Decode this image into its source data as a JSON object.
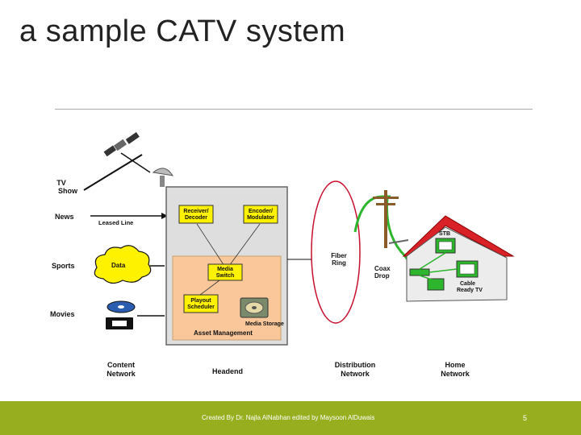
{
  "slide": {
    "title": "a sample CATV system"
  },
  "diagram": {
    "sources": {
      "tv_show": [
        "TV",
        "Show"
      ],
      "news": "News",
      "sports": "Sports",
      "movies": "Movies",
      "leased_line": "Leased Line",
      "data_cloud": "Data"
    },
    "headend": {
      "receiver": [
        "Receiver/",
        "Decoder"
      ],
      "encoder": [
        "Encoder/",
        "Modulator"
      ],
      "media_switch": [
        "Media",
        "Switch"
      ],
      "playout": [
        "Playout",
        "Scheduler"
      ],
      "media_storage": "Media Storage",
      "asset_management": "Asset Management"
    },
    "distribution": {
      "fiber_ring": [
        "Fiber",
        "Ring"
      ],
      "coax_drop": [
        "Coax",
        "Drop"
      ]
    },
    "home": {
      "stb": "STB",
      "cable_ready_tv": [
        "Cable",
        "Ready TV"
      ]
    },
    "bottom_labels": {
      "content_network": [
        "Content",
        "Network"
      ],
      "headend": "Headend",
      "distribution_network": [
        "Distribution",
        "Network"
      ],
      "home_network": [
        "Home",
        "Network"
      ]
    }
  },
  "footer": {
    "credit": "Created By Dr. Najla AlNabhan edited by Maysoon AlDuwais",
    "page": "5"
  },
  "colors": {
    "footer_bg": "#97ae1e",
    "yellow_box": "#fff200",
    "asset_bg": "#f9c79a",
    "headend_bg": "#dedede",
    "fiber_ring": "#c8102e",
    "coax": "#2db52d",
    "roof": "#d92128"
  }
}
